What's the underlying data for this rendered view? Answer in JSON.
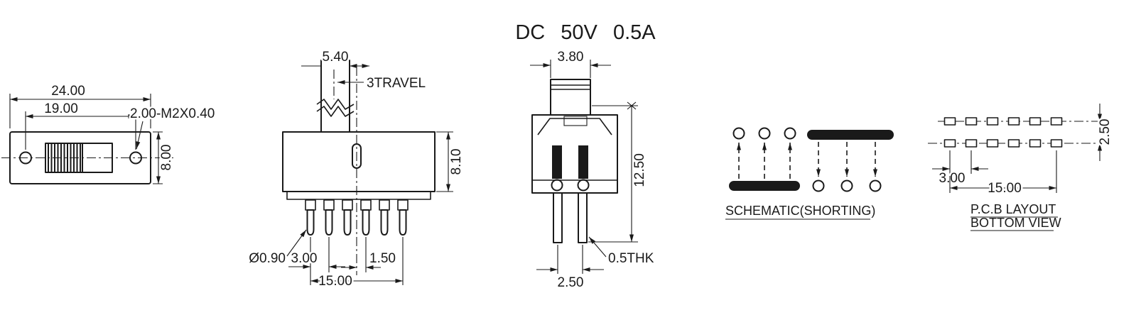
{
  "meta": {
    "bg_color": "#ffffff",
    "ink_color": "#1a1a1a"
  },
  "title": "DC 50V 0.5A",
  "top_view": {
    "dim_overall_width": "24.00",
    "dim_hole_spacing": "19.00",
    "thread_callout": "2.00-M2X0.40",
    "dim_height": "8.00"
  },
  "front_view": {
    "dim_stem_width": "5.40",
    "travel_label": "3TRAVEL",
    "dim_body_height": "8.10",
    "dim_pin_diameter": "Ø0.90",
    "dim_pin_pitch": "3.00",
    "dim_half_pitch": "1.50",
    "dim_pin_span": "15.00"
  },
  "side_view": {
    "dim_stem_depth": "3.80",
    "dim_overall_height": "12.50",
    "dim_leg_spacing": "2.50",
    "thickness_callout": "0.5THK"
  },
  "schematic": {
    "label": "SCHEMATIC(SHORTING)"
  },
  "pcb_layout": {
    "label_line1": "P.C.B LAYOUT",
    "label_line2": "BOTTOM VIEW",
    "dim_row_spacing": "2.50",
    "dim_pad_pitch": "3.00",
    "dim_pad_span": "15.00"
  }
}
